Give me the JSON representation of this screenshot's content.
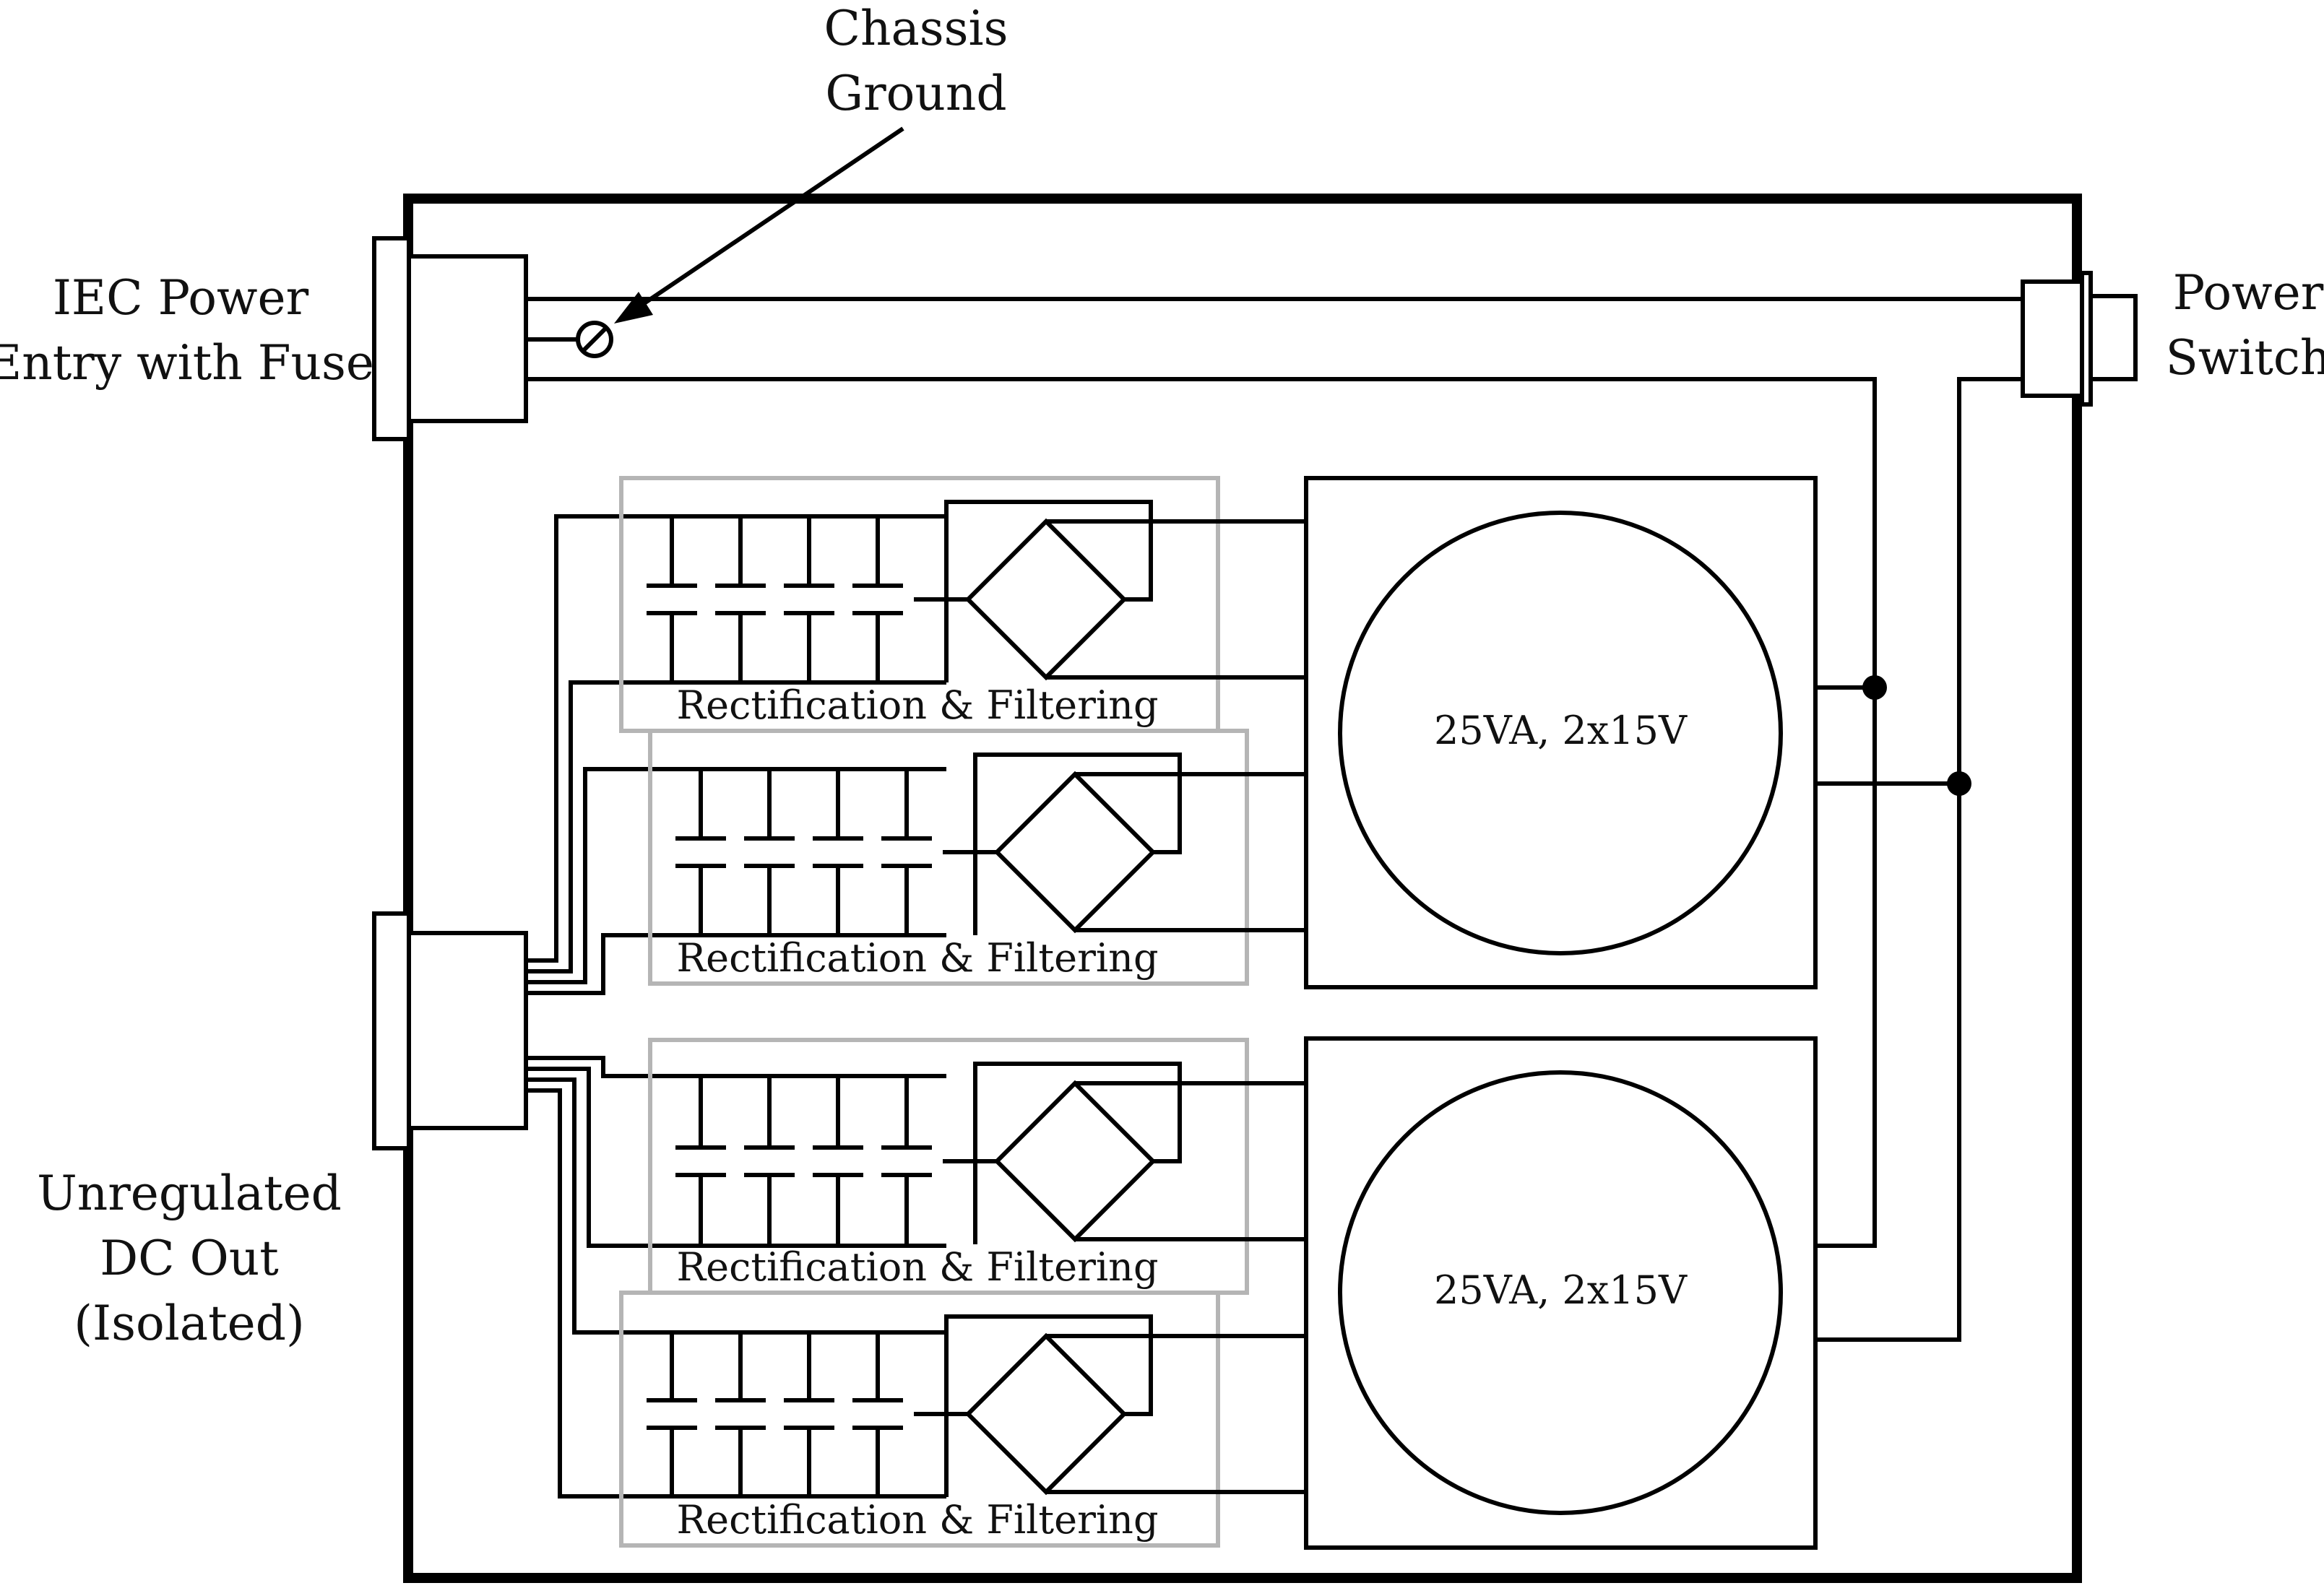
{
  "labels": {
    "chassis_ground_line1": "Chassis",
    "chassis_ground_line2": "Ground",
    "iec_line1": "IEC Power",
    "iec_line2": "Entry with Fuse",
    "power_switch_line1": "Power",
    "power_switch_line2": "Switch",
    "dc_out_line1": "Unregulated",
    "dc_out_line2": "DC Out",
    "dc_out_line3": "(Isolated)"
  },
  "rectifier_modules": [
    {
      "label": "Rectification & Filtering"
    },
    {
      "label": "Rectification & Filtering"
    },
    {
      "label": "Rectification & Filtering"
    },
    {
      "label": "Rectification & Filtering"
    }
  ],
  "transformers": [
    {
      "label": "25VA, 2x15V"
    },
    {
      "label": "25VA, 2x15V"
    }
  ],
  "colors": {
    "line": "#000000",
    "module_border": "#b5b5b5",
    "background": "#ffffff"
  }
}
